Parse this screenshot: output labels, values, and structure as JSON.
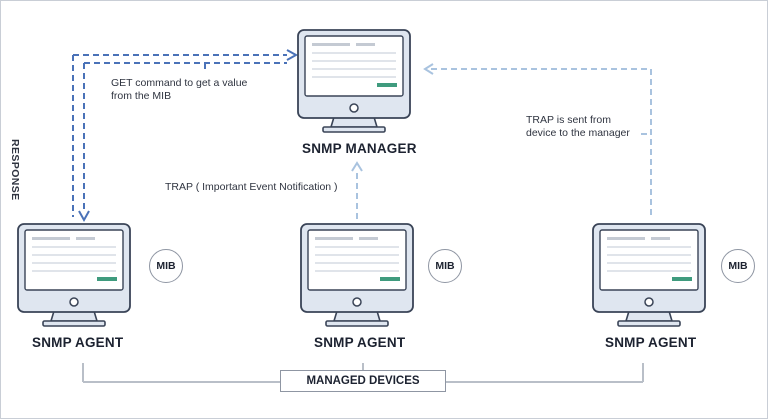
{
  "manager": {
    "title": "SNMP MANAGER"
  },
  "agents": [
    {
      "title": "SNMP AGENT",
      "mib": "MIB"
    },
    {
      "title": "SNMP AGENT",
      "mib": "MIB"
    },
    {
      "title": "SNMP AGENT",
      "mib": "MIB"
    }
  ],
  "labels": {
    "get_line1": "GET command to get a value",
    "get_line2": "from the MIB",
    "response": "RESPONSE",
    "trap_center": "TRAP ( Important Event Notification )",
    "trap_right_line1": "TRAP is sent from",
    "trap_right_line2": "device to the manager",
    "managed_devices": "MANAGED DEVICES"
  },
  "colors": {
    "get_response": "#4a72b8",
    "trap": "#a9c3df",
    "accent_bar": "#3f9b7e",
    "monitor_frame": "#3a4457",
    "screen_fill": "#ffffff"
  }
}
